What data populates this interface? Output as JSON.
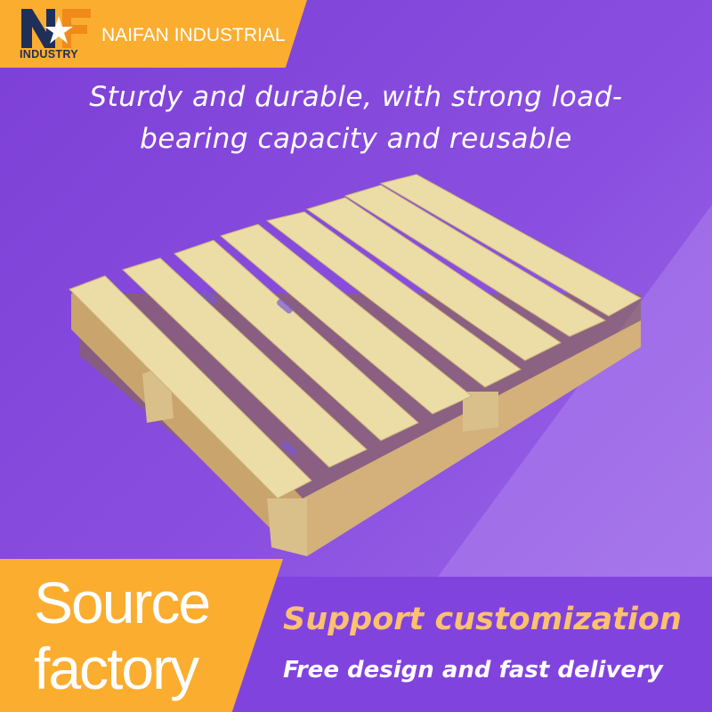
{
  "header": {
    "logo_letters": "NF",
    "logo_subtext": "INDUSTRY",
    "brand": "NAIFAN INDUSTRIAL"
  },
  "headline": {
    "line1": "Sturdy and durable, with strong load-",
    "line2": "bearing capacity and reusable"
  },
  "product": {
    "image": "wooden-pallet"
  },
  "footer": {
    "source_line1": "Source",
    "source_line2": "factory",
    "customization": "Support customization",
    "delivery": "Free design and fast delivery"
  },
  "colors": {
    "orange": "#fbad2f",
    "purple": "#8143de",
    "wood": "#e8d9a4"
  }
}
